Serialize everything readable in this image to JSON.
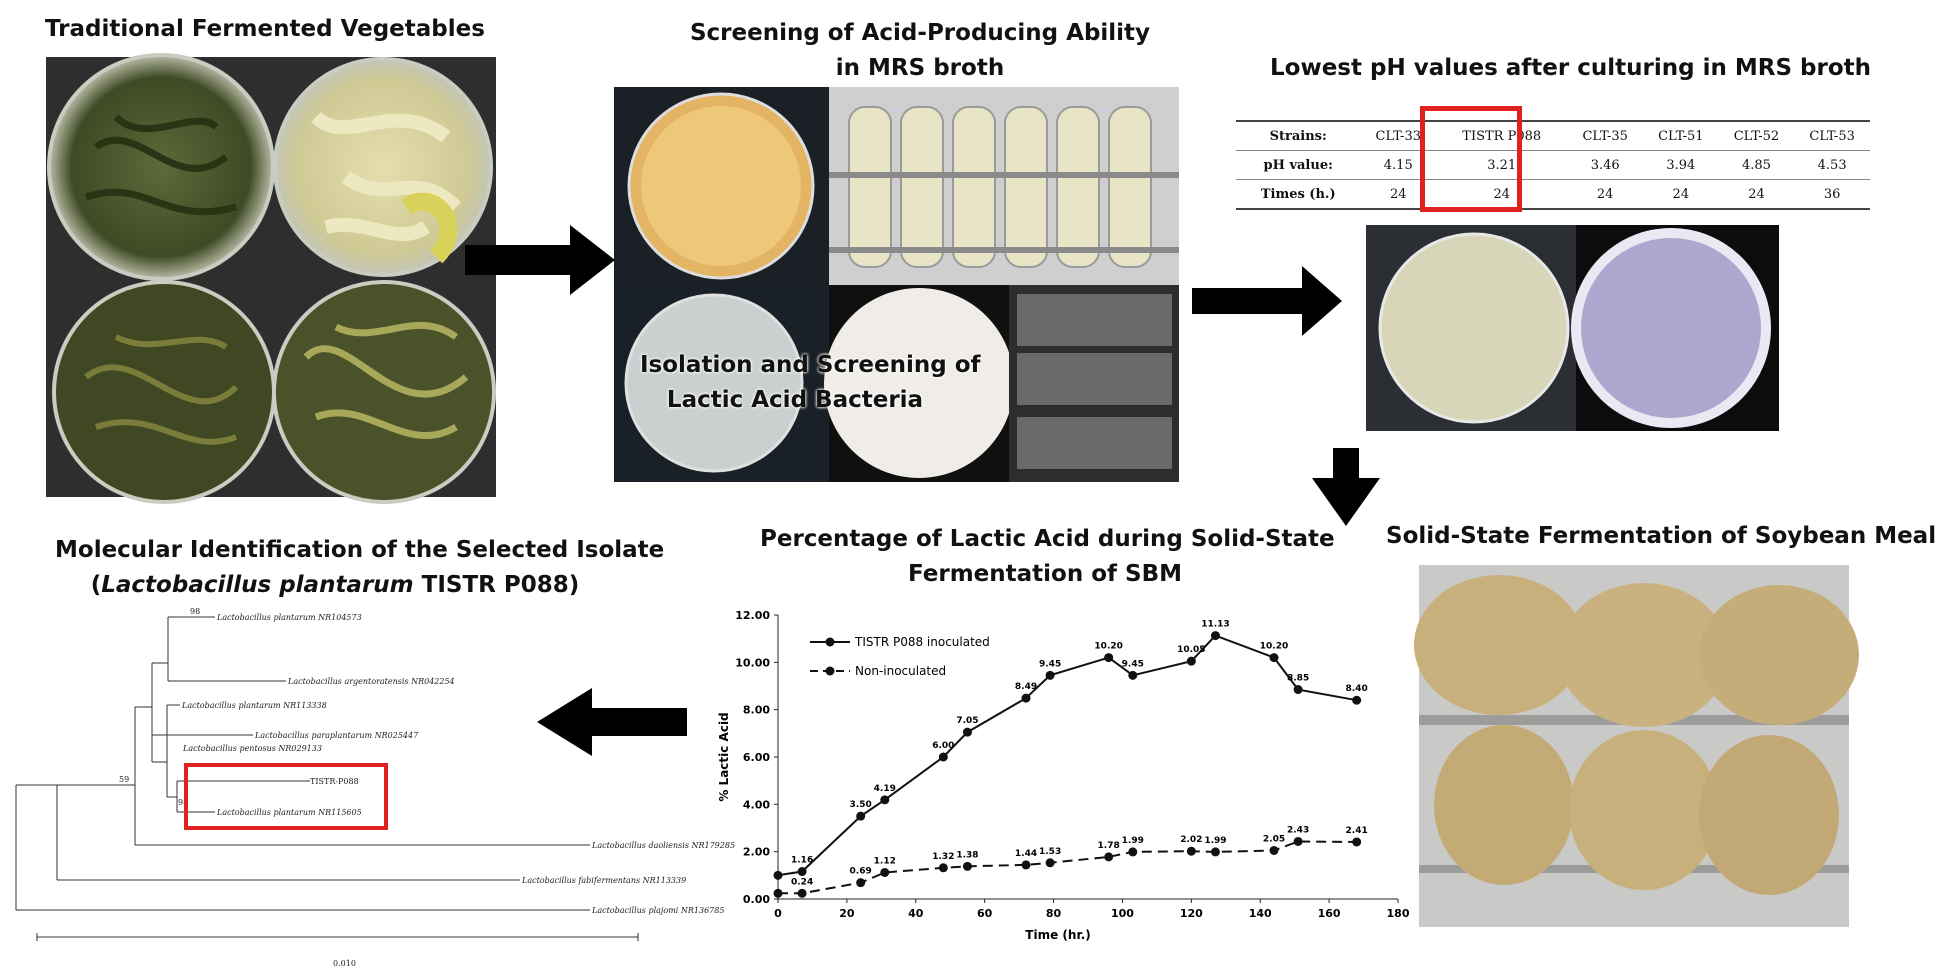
{
  "panels": {
    "fermented_vegetables": {
      "title": "Traditional Fermented Vegetables"
    },
    "acid_screening": {
      "title_line1": "Screening of Acid-Producing Ability",
      "title_line2": "in MRS broth"
    },
    "isolation": {
      "title_line1": "Isolation and Screening of",
      "title_line2": "Lactic Acid Bacteria"
    },
    "lowest_ph": {
      "title": "Lowest pH values after culturing in MRS broth"
    },
    "ssf": {
      "title": "Solid-State Fermentation of Soybean Meal"
    },
    "lactic_chart": {
      "title_line1": "Percentage of Lactic Acid during Solid-State",
      "title_line2": "Fermentation of SBM"
    },
    "molecular": {
      "title_line1": "Molecular Identification of the Selected Isolate",
      "title_open": "(",
      "title_species": "Lactobacillus plantarum",
      "title_strain": " TISTR P088)"
    }
  },
  "ph_table": {
    "rows": [
      {
        "label": "Strains:",
        "cells": [
          "CLT-33",
          "TISTR P088",
          "CLT-35",
          "CLT-51",
          "CLT-52",
          "CLT-53"
        ]
      },
      {
        "label": "pH value:",
        "cells": [
          "4.15",
          "3.21",
          "3.46",
          "3.94",
          "4.85",
          "4.53"
        ]
      },
      {
        "label": "Times (h.)",
        "cells": [
          "24",
          "24",
          "24",
          "24",
          "24",
          "36"
        ]
      }
    ],
    "highlight_color": "#e0211d"
  },
  "phylo_tree": {
    "taxa": [
      "Lactobacillus plantarum NR104573",
      "Lactobacillus argentoratensis NR042254",
      "Lactobacillus plantarum NR113338",
      "Lactobacillus paraplantarum NR025447",
      "Lactobacillus pentosus NR029133",
      "TISTR-P088",
      "Lactobacillus plantarum NR115605",
      "Lactobacillus daoliensis NR179285",
      "Lactobacillus fabifermentans NR113339",
      "Lactobacillus plajomi NR136785"
    ],
    "bootstrap": [
      "98",
      "59",
      "98"
    ],
    "scale_label": "0.010",
    "highlight_color": "#e0211d"
  },
  "chart_data": {
    "type": "line",
    "title": "Percentage of Lactic Acid during Solid-State Fermentation of SBM",
    "xlabel": "Time (hr.)",
    "ylabel": "% Lactic Acid",
    "xlim": [
      0,
      180
    ],
    "ylim": [
      0,
      12
    ],
    "x_ticks": [
      "0",
      "20",
      "40",
      "60",
      "80",
      "100",
      "120",
      "140",
      "160",
      "180"
    ],
    "y_ticks": [
      "0.00",
      "2.00",
      "4.00",
      "6.00",
      "8.00",
      "10.00",
      "12.00"
    ],
    "legend_position": "top-left",
    "series": [
      {
        "name": "TISTR P088 inoculated",
        "style": "solid",
        "x": [
          0,
          7,
          24,
          31,
          48,
          55,
          72,
          79,
          96,
          103,
          120,
          127,
          144,
          151,
          168
        ],
        "y": [
          1.0,
          1.16,
          3.5,
          4.19,
          6.0,
          7.05,
          8.49,
          9.45,
          10.2,
          9.45,
          10.05,
          11.13,
          10.2,
          8.85,
          8.4
        ],
        "labels": [
          "",
          "1.16",
          "3.50",
          "4.19",
          "6.00",
          "7.05",
          "8.49",
          "9.45",
          "10.20",
          "9.45",
          "10.05",
          "11.13",
          "10.20",
          "8.85",
          "8.40"
        ]
      },
      {
        "name": "Non-inoculated",
        "style": "dashed",
        "x": [
          0,
          7,
          24,
          31,
          48,
          55,
          72,
          79,
          96,
          103,
          120,
          127,
          144,
          151,
          168
        ],
        "y": [
          0.24,
          0.24,
          0.69,
          1.12,
          1.32,
          1.38,
          1.44,
          1.53,
          1.78,
          1.99,
          2.02,
          1.99,
          2.05,
          2.43,
          2.41
        ],
        "labels": [
          "",
          "0.24",
          "0.69",
          "1.12",
          "1.32",
          "1.38",
          "1.44",
          "1.53",
          "1.78",
          "1.99",
          "2.02",
          "1.99",
          "2.05",
          "2.43",
          "2.41"
        ]
      }
    ]
  }
}
